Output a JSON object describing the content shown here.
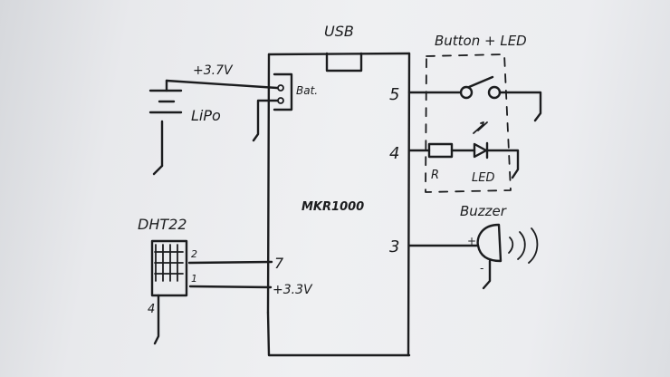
{
  "diagram": {
    "board": {
      "name": "MKR1000",
      "usb_label": "USB",
      "battery_connector_label": "Bat."
    },
    "battery": {
      "label": "LiPo",
      "voltage_label": "+3.7V"
    },
    "pins": {
      "pin5": "5",
      "pin4": "4",
      "pin3": "3",
      "pin7": "7",
      "v33": "+3.3V"
    },
    "button_led_group": {
      "title": "Button + LED",
      "resistor_label": "R",
      "led_label": "LED"
    },
    "buzzer": {
      "title": "Buzzer",
      "plus": "+",
      "minus": "-"
    },
    "sensor": {
      "title": "DHT22",
      "pin_a": "2",
      "pin_b": "1",
      "pin_gnd": "4"
    }
  }
}
